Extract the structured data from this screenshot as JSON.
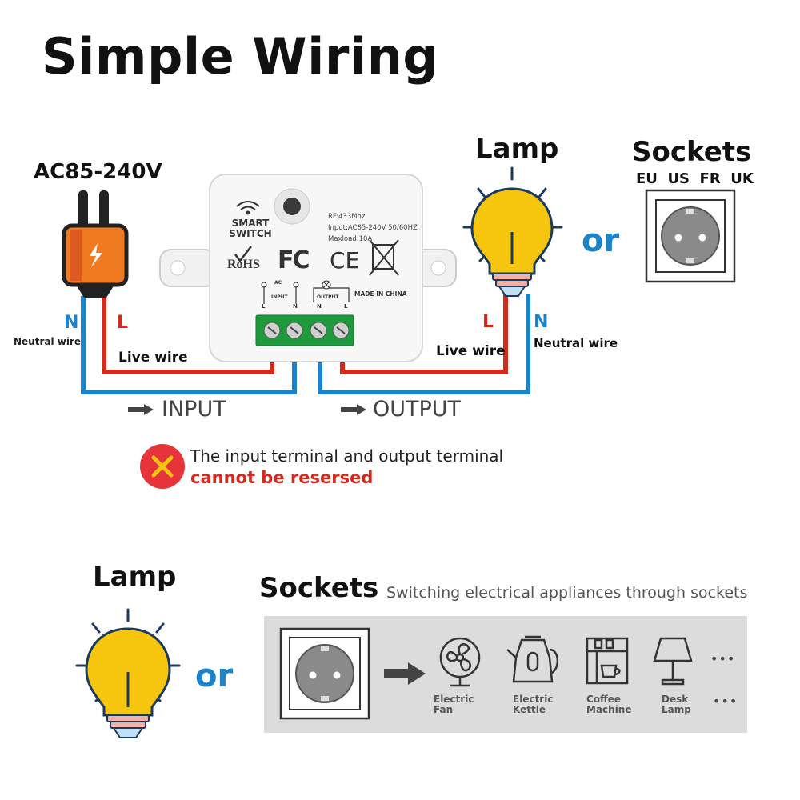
{
  "title": "Simple Wiring",
  "top": {
    "voltage_label": "AC85-240V",
    "lamp_label": "Lamp",
    "sockets_label": "Sockets",
    "socket_types": "EU  US  FR  UK",
    "or_label": "or",
    "left_n": "N",
    "left_l": "L",
    "left_neutral": "Neutral wire",
    "left_live": "Live wire",
    "right_l": "L",
    "right_n": "N",
    "right_live": "Live wire",
    "right_neutral": "Neutral wire",
    "input_label": "INPUT",
    "output_label": "OUTPUT",
    "warning_line1": "The input terminal and output terminal",
    "warning_line2": "cannot be resersed"
  },
  "device": {
    "smart_label": "SMART",
    "switch_label": "SWITCH",
    "rohs": "RoHS",
    "fc": "FC",
    "ce": "CE",
    "rf": "RF:433Mhz",
    "input_spec": "Input:AC85-240V 50/60HZ",
    "maxload": "Maxload:10A",
    "ac": "AC",
    "input_tag": "INPUT",
    "output_tag": "OUTPUT",
    "made_in": "MADE IN CHINA",
    "l1": "L",
    "n1": "N",
    "n2": "N",
    "l2": "L"
  },
  "bottom": {
    "lamp_label": "Lamp",
    "or_label": "or",
    "sockets_label": "Sockets",
    "sockets_desc": "Switching electrical appliances through sockets",
    "appliances": [
      {
        "icon": "fan-icon",
        "line1": "Electric",
        "line2": "Fan"
      },
      {
        "icon": "kettle-icon",
        "line1": "Electric",
        "line2": "Kettle"
      },
      {
        "icon": "coffee-machine-icon",
        "line1": "Coffee",
        "line2": "Machine"
      },
      {
        "icon": "desk-lamp-icon",
        "line1": "Desk",
        "line2": "Lamp"
      }
    ],
    "more1": "•••",
    "more2": "•••"
  },
  "colors": {
    "live": "#d42a1e",
    "neutral": "#1b83c9",
    "bulb": "#f6c50e",
    "plug": "#f07a22",
    "panel": "#dcdcdc"
  }
}
